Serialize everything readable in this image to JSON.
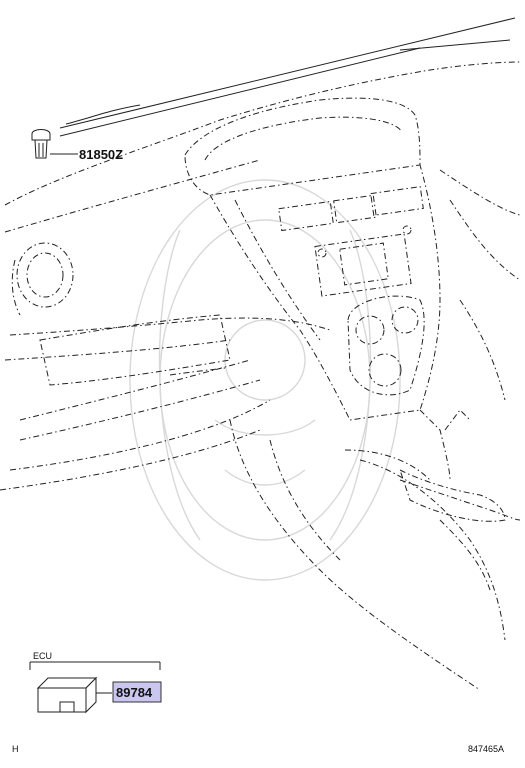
{
  "parts": {
    "clip": {
      "number": "81850Z"
    },
    "ecu": {
      "group_label": "ECU",
      "number": "89784",
      "highlight_color": "#c9c6f0"
    }
  },
  "footer": {
    "left_mark": "H",
    "figure_code": "847465A"
  }
}
